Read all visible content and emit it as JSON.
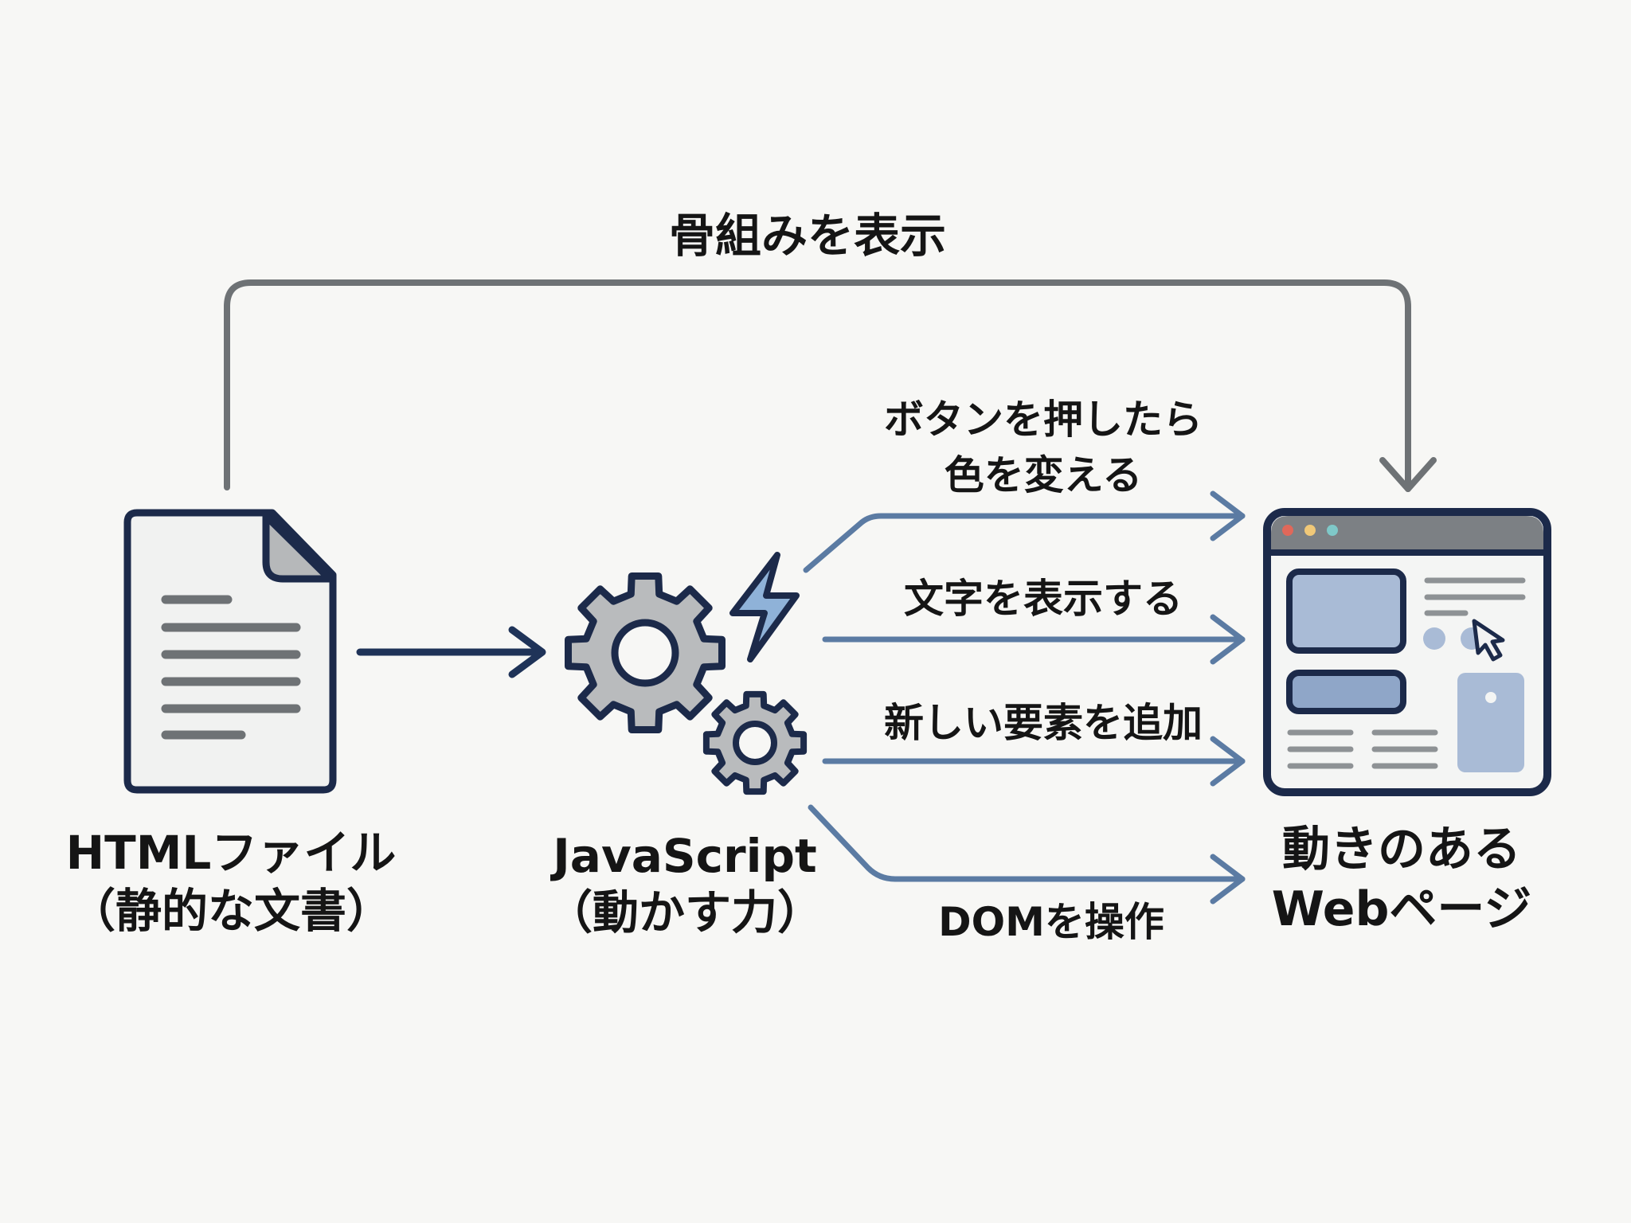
{
  "colors": {
    "background": "#f7f7f5",
    "outline_dark": "#1c2a4a",
    "connector_gray": "#6e7275",
    "flow_arrow_navy": "#1f3358",
    "action_arrow_blue": "#5b7ba3",
    "gear_fill": "#b9bbbd",
    "bolt_fill": "#8fb2d8",
    "doc_lines": "#6e7275",
    "page_blocks": "#a9bbd6",
    "dot_red": "#e0685a",
    "dot_yellow": "#f0c878",
    "dot_teal": "#7fc8c8"
  },
  "top_connector": {
    "label": "骨組みを表示",
    "from": "html-file",
    "to": "web-page"
  },
  "nodes": {
    "html_file": {
      "icon": "document-icon",
      "title": "HTMLファイル",
      "subtitle": "（静的な文書）"
    },
    "javascript": {
      "icon": "gears-icon",
      "title": "JavaScript",
      "subtitle": "（動かす力）"
    },
    "web_page": {
      "icon": "browser-window-icon",
      "title": "動きのある",
      "subtitle": "Webページ"
    }
  },
  "main_flow": {
    "from": "html-file",
    "to": "javascript"
  },
  "actions": [
    {
      "label_line1": "ボタンを押したら",
      "label_line2": "色を変える"
    },
    {
      "label": "文字を表示する"
    },
    {
      "label": "新しい要素を追加"
    },
    {
      "label": "DOMを操作"
    }
  ]
}
